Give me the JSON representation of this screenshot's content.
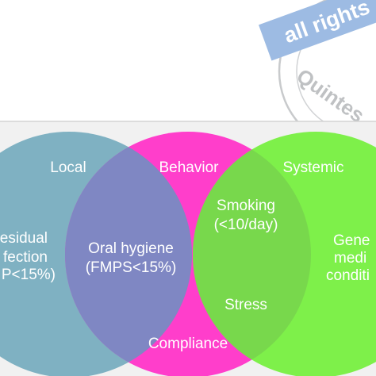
{
  "watermark": {
    "banner_text": "all rights",
    "ring_text": "Quintes",
    "banner_color": "#9dbbe3",
    "ring_color": "#c2c4c6"
  },
  "colors": {
    "panel_bg": "#f1f1f1",
    "panel_border": "#d4d4d4",
    "local": "#7fb1c2",
    "behavior": "#ff3ecb",
    "systemic": "#7ef04a",
    "local_behavior": "#7f87c3",
    "behavior_systemic": "#78d84c",
    "text": "#ffffff"
  },
  "circles": {
    "local": {
      "title": "Local",
      "body": [
        "esidual",
        "fection",
        "P<15%)"
      ]
    },
    "behavior": {
      "title": "Behavior",
      "bottom": "Compliance"
    },
    "systemic": {
      "title": "Systemic",
      "body": [
        "Gene",
        "medi",
        "conditi"
      ]
    }
  },
  "overlaps": {
    "local_behavior": [
      "Oral hygiene",
      "(FMPS<15%)"
    ],
    "behavior_systemic": [
      "Smoking",
      "(<10/day)"
    ],
    "behavior_systemic_lower": "Stress"
  }
}
